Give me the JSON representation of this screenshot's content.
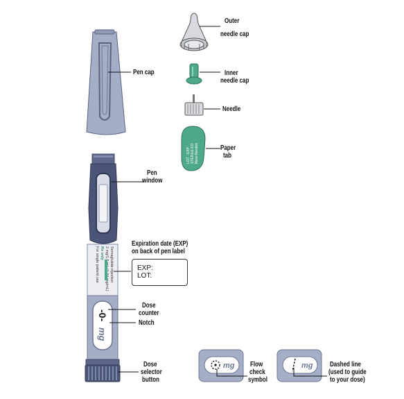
{
  "labels": {
    "outer": "Outer",
    "outer_2": "needle cap",
    "pen_cap": "Pen cap",
    "inner": "Inner",
    "inner_2": "needle cap",
    "needle": "Needle",
    "paper": "Paper",
    "paper_2": "tab",
    "pen_window": "Pen",
    "pen_window_2": "window",
    "exp_1": "Expiration date (EXP)",
    "exp_2": "on back of pen label",
    "dose_counter": "Dose",
    "dose_counter_2": "counter",
    "notch": "Notch",
    "dose_selector_1": "Dose",
    "dose_selector_2": "selector",
    "dose_selector_3": "button",
    "flow_1": "Flow",
    "flow_2": "check",
    "flow_3": "symbol",
    "dashed_1": "Dashed line",
    "dashed_2": "(used to guide",
    "dashed_3": "to your dose)"
  },
  "exp_box": {
    "exp": "EXP:",
    "lot": "LOT:"
  },
  "counter": {
    "zero": "-0-",
    "unit": "mg"
  },
  "flow_window": {
    "unit": "mg"
  },
  "dashed_window": {
    "unit": "mg"
  },
  "colors": {
    "pen_body": "#7c88a8",
    "pen_dark": "#4a5578",
    "cap": "#a4aec6",
    "needle_green": "#4ea88a",
    "label_gray": "#e6e8ee"
  }
}
